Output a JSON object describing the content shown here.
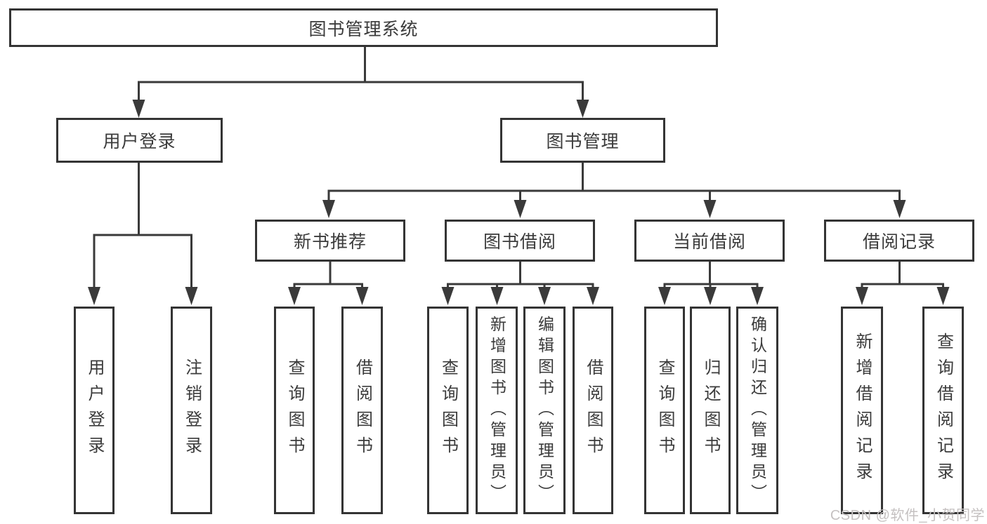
{
  "tree": {
    "label": "图书管理系统",
    "children": [
      {
        "label": "用户登录",
        "children": [
          {
            "label": "用户登录"
          },
          {
            "label": "注销登录"
          }
        ]
      },
      {
        "label": "图书管理",
        "children": [
          {
            "label": "新书推荐",
            "children": [
              {
                "label": "查询图书"
              },
              {
                "label": "借阅图书"
              }
            ]
          },
          {
            "label": "图书借阅",
            "children": [
              {
                "label": "查询图书"
              },
              {
                "label": "新增图书（管理员）"
              },
              {
                "label": "编辑图书（管理员）"
              },
              {
                "label": "借阅图书"
              }
            ]
          },
          {
            "label": "当前借阅",
            "children": [
              {
                "label": "查询图书"
              },
              {
                "label": "归还图书"
              },
              {
                "label": "确认归还（管理员）"
              }
            ]
          },
          {
            "label": "借阅记录",
            "children": [
              {
                "label": "新增借阅记录"
              },
              {
                "label": "查询借阅记录"
              }
            ]
          }
        ]
      }
    ]
  },
  "watermark": "CSDN @软件_小贺同学",
  "colors": {
    "line": "#3a3a3a",
    "box_border": "#343434",
    "box_fill": "#ffffff",
    "text": "#3b3b3b",
    "watermark": "#c5c1c1",
    "background": "#ffffff"
  }
}
